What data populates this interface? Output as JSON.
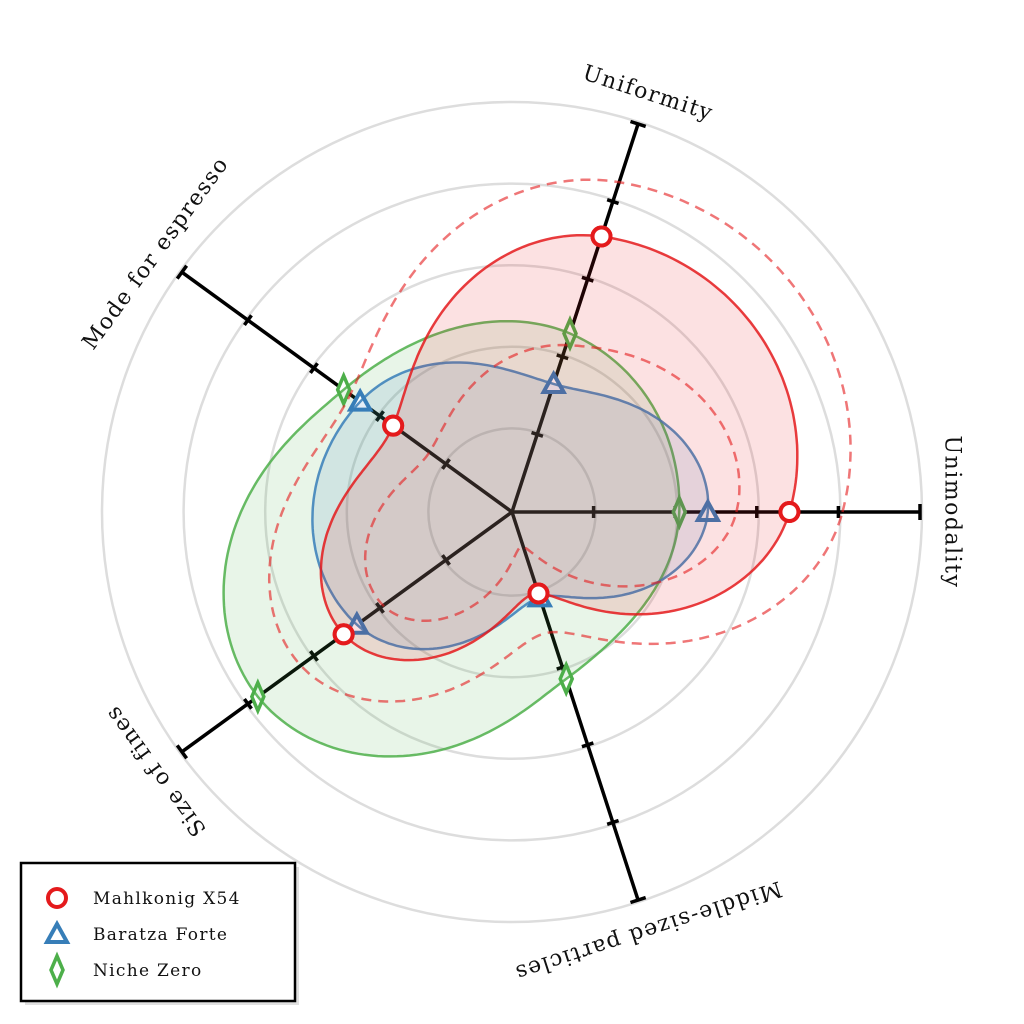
{
  "chart_data": {
    "type": "radar",
    "axes": [
      "Unimodality",
      "Uniformity",
      "Mode for espresso",
      "Size of fines",
      "Middle-sized particles"
    ],
    "range": [
      0,
      5
    ],
    "ticks": [
      1,
      2,
      3,
      4,
      5
    ],
    "grid": true,
    "series": [
      {
        "name": "Niche Zero",
        "color": "#4daf4a",
        "marker": "diamond",
        "values": [
          2.05,
          2.3,
          2.55,
          3.85,
          2.15
        ]
      },
      {
        "name": "Baratza Forte",
        "color": "#377eb8",
        "marker": "triangle",
        "values": [
          2.4,
          1.65,
          2.3,
          2.35,
          1.1
        ]
      },
      {
        "name": "Mahlkonig X54",
        "color": "#e41a1c",
        "marker": "circle",
        "values": [
          3.4,
          3.55,
          1.8,
          2.55,
          1.05
        ],
        "band": {
          "lower": [
            2.75,
            2.15,
            1.25,
            1.95,
            0.45
          ],
          "upper": [
            4.05,
            4.25,
            2.45,
            3.2,
            1.55
          ]
        }
      }
    ],
    "legend": {
      "placement": "bottom-left",
      "entries": [
        "Mahlkonig X54",
        "Baratza Forte",
        "Niche Zero"
      ]
    }
  }
}
